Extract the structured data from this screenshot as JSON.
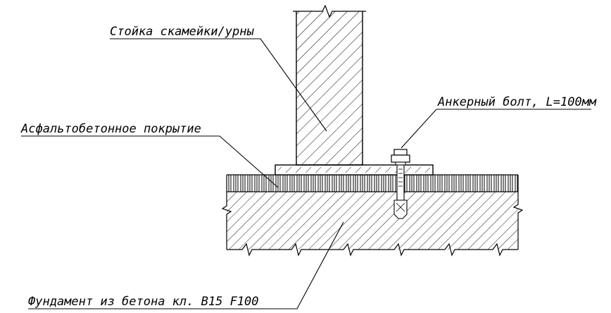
{
  "labels": {
    "post": "Стойка скамейки/урны",
    "anchor": "Анкерный болт, L=100мм",
    "asphalt": "Асфальтобетонное покрытие",
    "foundation": "Фундамент из бетона кл. В15 F100"
  }
}
